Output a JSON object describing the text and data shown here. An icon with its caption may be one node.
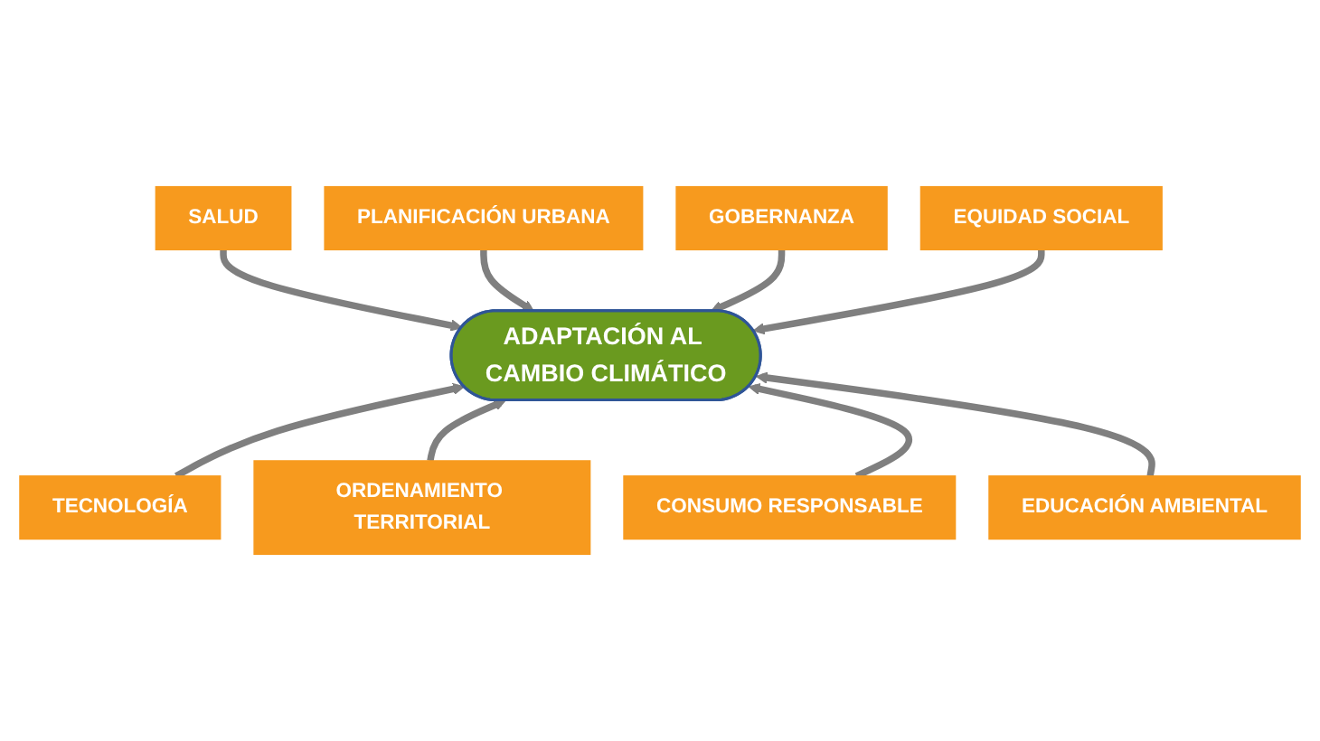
{
  "diagram": {
    "nodes": [
      {
        "text": [
          "ADAPTACIÓN AL CAMBIO CLIMÁTICO"
        ]
      },
      {
        "text": [
          "SALUD"
        ]
      },
      {
        "text": [
          "PLANIFICACIÓN URBANA"
        ]
      },
      {
        "text": [
          "GOBERNANZA"
        ]
      },
      {
        "text": [
          "EQUIDAD SOCIAL"
        ]
      },
      {
        "text": [
          "TECNOLOGÍA"
        ]
      },
      {
        "text": [
          "ORDENAMIENTO TERRITORIAL"
        ]
      },
      {
        "text": [
          "CONSUMO RESPONSABLE"
        ]
      },
      {
        "text": [
          "EDUCACIÓN AMBIENTAL"
        ]
      }
    ],
    "edges": [
      {
        "from": 1,
        "to": 0,
        "arrow": "to"
      },
      {
        "from": 2,
        "to": 0,
        "arrow": "to"
      },
      {
        "from": 3,
        "to": 0,
        "arrow": "to"
      },
      {
        "from": 4,
        "to": 0,
        "arrow": "to"
      },
      {
        "from": 5,
        "to": 0,
        "arrow": "to"
      },
      {
        "from": 6,
        "to": 0,
        "arrow": "to"
      },
      {
        "from": 7,
        "to": 0,
        "arrow": "to"
      },
      {
        "from": 8,
        "to": 0,
        "arrow": "to"
      }
    ]
  }
}
